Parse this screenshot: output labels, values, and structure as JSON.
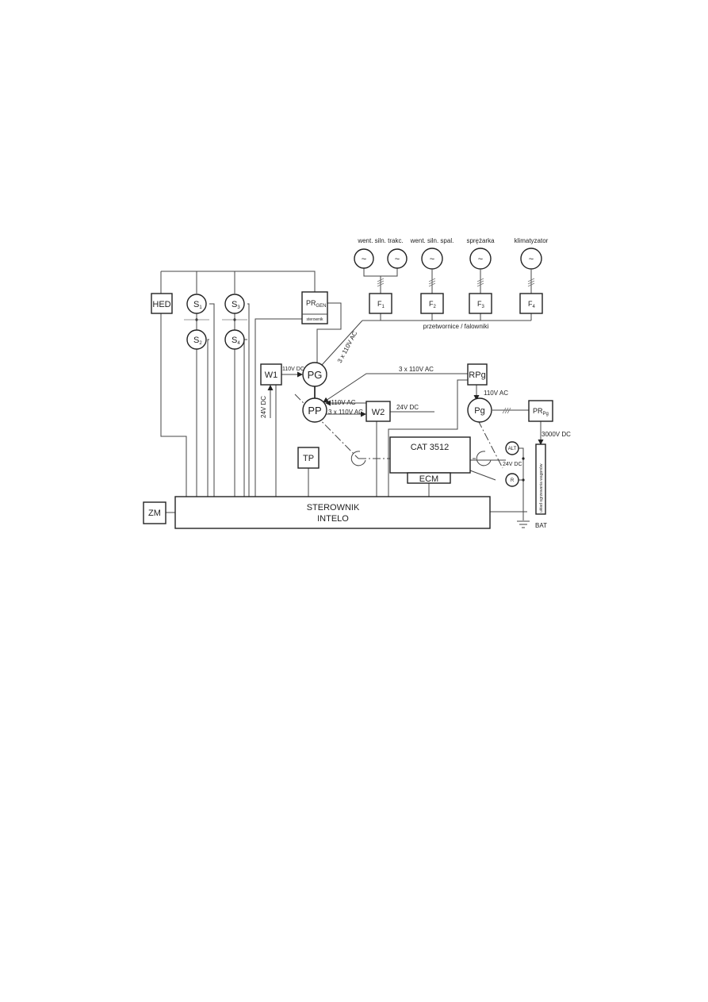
{
  "top_labels": {
    "fan_traction": "went. siln. trakc.",
    "fan_engine": "went. siln. spal.",
    "compressor": "sprężarka",
    "ac": "klimatyzator"
  },
  "motor_symbol": "~",
  "boxes": {
    "hed": "HED",
    "pr_main": "PR",
    "pr_main_sub": "GEN",
    "pr_controller": "sterownik",
    "w1": "W1",
    "w2": "W2",
    "tp": "TP",
    "zm": "ZM",
    "rpg": "RPg",
    "pr_pg": "PR",
    "pr_pg_sub": "Pg",
    "engine": "CAT 3512",
    "ecm": "ECM",
    "controller_line1": "STEROWNIK",
    "controller_line2": "INTELO"
  },
  "inverters": [
    {
      "base": "F",
      "sub": "1"
    },
    {
      "base": "F",
      "sub": "2"
    },
    {
      "base": "F",
      "sub": "3"
    },
    {
      "base": "F",
      "sub": "4"
    }
  ],
  "sensors": [
    {
      "base": "S",
      "sub": "1"
    },
    {
      "base": "S",
      "sub": "2"
    },
    {
      "base": "S",
      "sub": "3"
    },
    {
      "base": "S",
      "sub": "4"
    }
  ],
  "circles": {
    "pg_main": "PG",
    "pp": "PP",
    "pg_small": "Pg",
    "alt": "ALT",
    "r": "R"
  },
  "labels": {
    "inverters_caption": "przetwornice / falowniki",
    "v3x110_diag": "3 x 110V AC",
    "v3x110_top": "3 x 110V AC",
    "v110dc": "110V DC",
    "v24dc_vert": "24V DC",
    "v110ac_pp": "110V AC",
    "v3x110_pp": "3 x 110V AC",
    "v24dc_w2": "24V DC",
    "v110ac_rpg": "110V AC",
    "v3000dc": "3000V DC",
    "v24dc_alt": "24V DC",
    "wagon_heating": "układ ogrzewania wagonów",
    "bat": "BAT"
  }
}
